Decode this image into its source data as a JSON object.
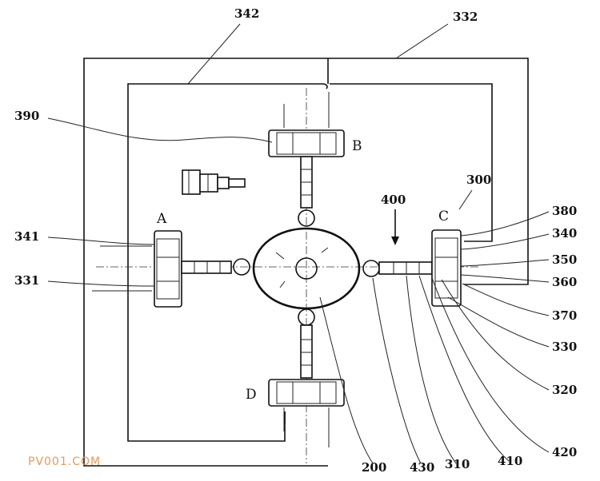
{
  "unit_labels": {
    "A": "A",
    "B": "B",
    "C": "C",
    "D": "D"
  },
  "reference_numerals": [
    "342",
    "332",
    "390",
    "300",
    "400",
    "380",
    "341",
    "340",
    "350",
    "331",
    "360",
    "370",
    "330",
    "320",
    "420",
    "410",
    "310",
    "430",
    "200"
  ],
  "watermark": "PV001.COM",
  "colors": {
    "line": "#111111",
    "watermark": "#e79a5a",
    "background": "#ffffff"
  }
}
